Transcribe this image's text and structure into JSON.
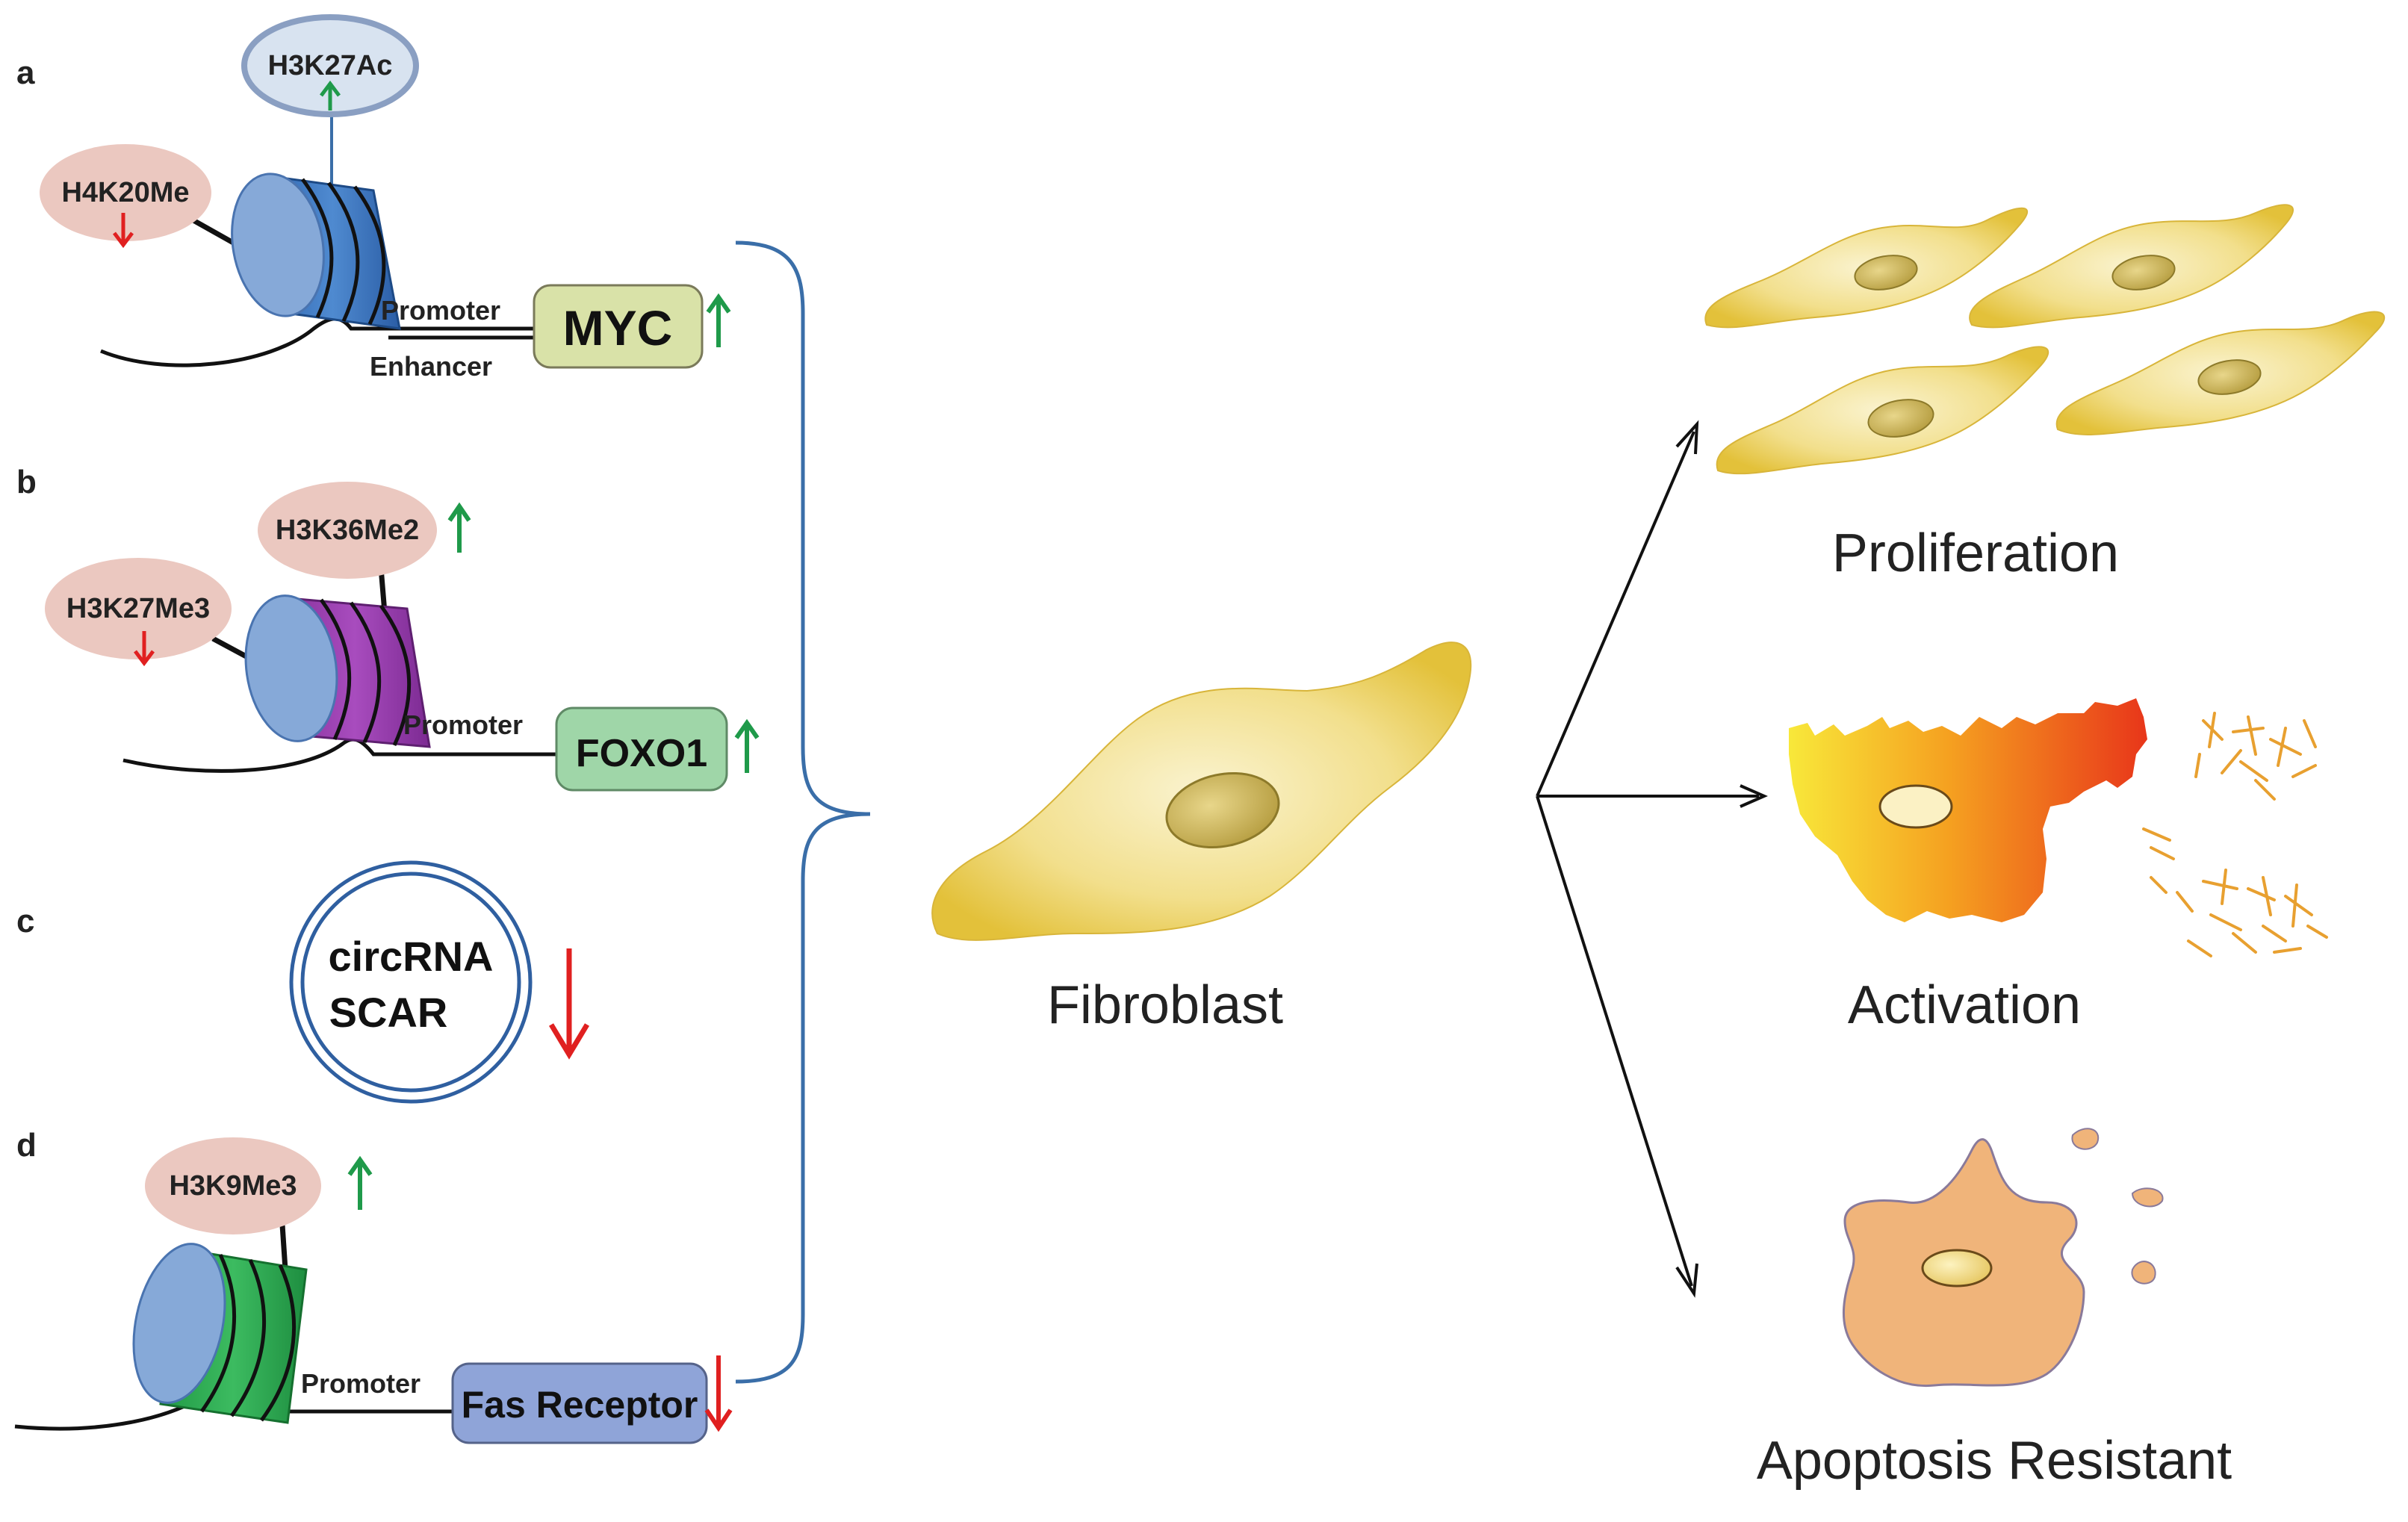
{
  "panels": {
    "a": {
      "letter": "a",
      "marks": [
        "H3K27Ac",
        "H4K20Me"
      ],
      "promoter": "Promoter",
      "enhancer": "Enhancer",
      "gene": "MYC"
    },
    "b": {
      "letter": "b",
      "marks": [
        "H3K36Me2",
        "H3K27Me3"
      ],
      "promoter": "Promoter",
      "gene": "FOXO1"
    },
    "c": {
      "letter": "c",
      "circ_line1": "circRNA",
      "circ_line2": "SCAR"
    },
    "d": {
      "letter": "d",
      "marks": [
        "H3K9Me3"
      ],
      "promoter": "Promoter",
      "gene": "Fas Receptor"
    }
  },
  "center_label": "Fibroblast",
  "outcomes": [
    "Proliferation",
    "Activation",
    "Apoptosis Resistant"
  ],
  "colors": {
    "up_arrow": "#1f9a4a",
    "down_arrow": "#e02020",
    "mark_bubble": "#ebc8c0",
    "acetyl_bubble": "#d8e3f0",
    "nucleosome_a": "#3f7ac0",
    "nucleosome_b": "#9a3fae",
    "nucleosome_d": "#2fa850",
    "gene_myc": "#d9e2a8",
    "gene_foxo1": "#9fd6a8",
    "gene_fas": "#8fa4d8",
    "cell": "#f0d66a",
    "activated_start": "#f6e04a",
    "activated_end": "#e83a1a",
    "apoptotic": "#f0b47a",
    "brace": "#3a6ea8"
  },
  "icons": [
    "up-arrow-icon",
    "down-arrow-icon",
    "nucleosome-icon",
    "fibroblast-cell-icon"
  ]
}
